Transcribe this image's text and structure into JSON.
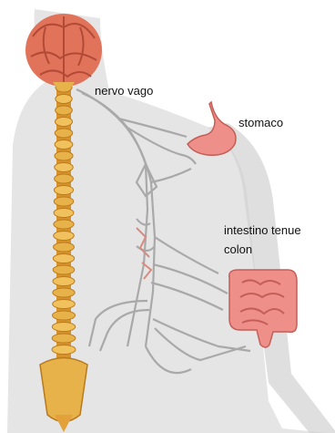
{
  "labels": {
    "vagus_nerve": "nervo vago",
    "stomach": "stomaco",
    "small_intestine": "intestino tenue",
    "colon": "colon"
  },
  "colors": {
    "body_silhouette": "#dcdcdc",
    "brain": "#e0735a",
    "spine": "#e8b24a",
    "nerves": "#a9a9a9",
    "organs": "#ef8f8a",
    "text": "#111111"
  }
}
